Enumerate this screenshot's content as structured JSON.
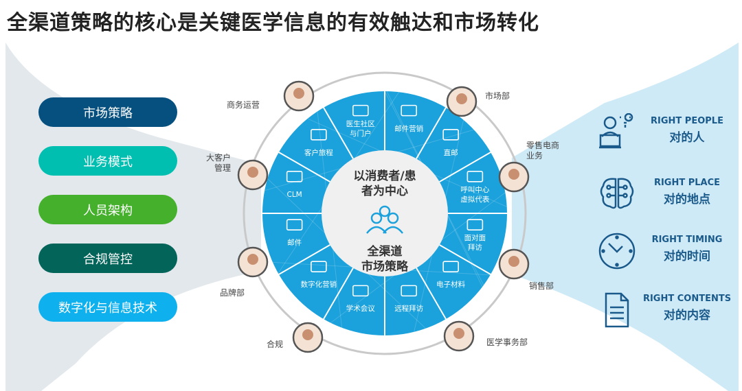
{
  "title": "全渠道策略的核心是关键医学信息的有效触达和市场转化",
  "pillars": [
    {
      "label": "市场策略",
      "color": "#06507f"
    },
    {
      "label": "业务模式",
      "color": "#00bfb0"
    },
    {
      "label": "人员架构",
      "color": "#45b02c"
    },
    {
      "label": "合规管控",
      "color": "#03645a"
    },
    {
      "label": "数字化与信息技术",
      "color": "#0eb0ee"
    }
  ],
  "center": {
    "top": "以消费者/患者为中心",
    "top_line1": "以消费者/患",
    "top_line2": "者为中心",
    "bottom_line1": "全渠道",
    "bottom_line2": "市场策略"
  },
  "channels": [
    {
      "label": "邮件营销",
      "icon": "mail-icon"
    },
    {
      "label": "直邮",
      "icon": "printer-icon"
    },
    {
      "label": "呼叫中心\n虚拟代表",
      "icon": "telephone-icon"
    },
    {
      "label": "面对面\n拜访",
      "icon": "handshake-icon"
    },
    {
      "label": "电子材料",
      "icon": "globe-people-icon"
    },
    {
      "label": "远程拜访",
      "icon": "presentation-icon"
    },
    {
      "label": "学术会议",
      "icon": "conference-icon"
    },
    {
      "label": "数字化营销",
      "icon": "phone-chat-icon"
    },
    {
      "label": "邮件",
      "icon": "mail-icon"
    },
    {
      "label": "CLM",
      "icon": "monitor-icon"
    },
    {
      "label": "客户旅程",
      "icon": "journey-icon"
    },
    {
      "label": "医生社区\n与门户",
      "icon": "community-icon"
    }
  ],
  "stakeholders": [
    {
      "label": "商务运营"
    },
    {
      "label": "市场部"
    },
    {
      "label": "零售电商\n业务"
    },
    {
      "label": "销售部"
    },
    {
      "label": "医学事务部"
    },
    {
      "label": "合规"
    },
    {
      "label": "品牌部"
    },
    {
      "label": "大客户\n管理"
    }
  ],
  "rights": [
    {
      "en": "RIGHT PEOPLE",
      "zh": "对的人",
      "icon": "person-laptop-idea-icon"
    },
    {
      "en": "RIGHT PLACE",
      "zh": "对的地点",
      "icon": "brain-circuit-icon"
    },
    {
      "en": "RIGHT TIMING",
      "zh": "对的时间",
      "icon": "clock-icon"
    },
    {
      "en": "RIGHT CONTENTS",
      "zh": "对的内容",
      "icon": "document-icon"
    }
  ],
  "colors": {
    "wheel": "#1ba1db",
    "accent": "#1a5a8a",
    "leftFunnel": "#e3e8ec",
    "rightFunnel": "#cfeaf7"
  }
}
